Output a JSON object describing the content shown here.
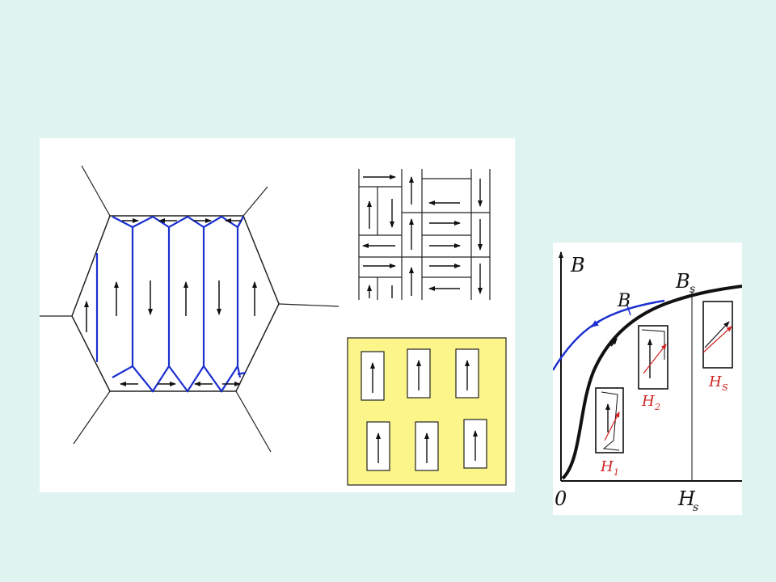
{
  "magnetization_graph": {
    "axis_y_label": "B",
    "axis_x_label": "H",
    "axis_x_label_sub": "s",
    "origin_label": "0",
    "curve_point_label": "B",
    "saturation_label": "B",
    "saturation_label_sub": "s",
    "field_labels": [
      {
        "main": "H",
        "sub": "1"
      },
      {
        "main": "H",
        "sub": "2"
      },
      {
        "main": "H",
        "sub": "S"
      }
    ]
  },
  "colors": {
    "background": "#dff4f0",
    "domain_wall": "#1a2fd0",
    "highlight_panel": "#fbf58a",
    "field_arrow": "#d02020",
    "curve": "#111111"
  }
}
